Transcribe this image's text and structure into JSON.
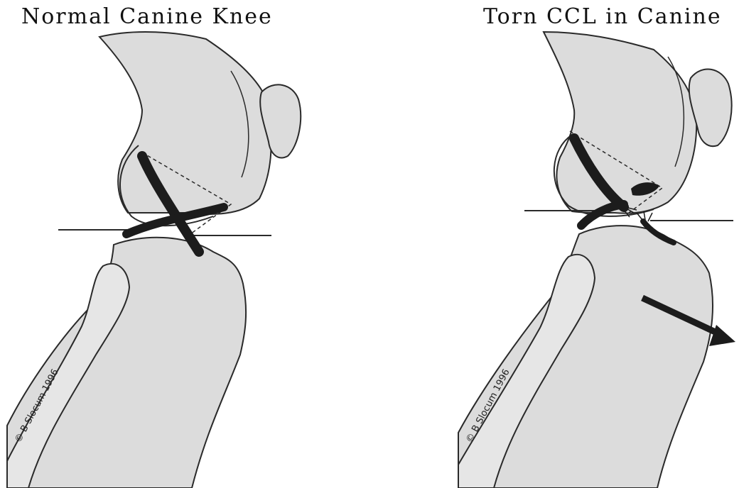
{
  "panels": {
    "left": {
      "title": "Normal Canine Knee",
      "credit": "© B Slocum 1996"
    },
    "right": {
      "title": "Torn CCL in Canine",
      "credit": "© B Slocum 1996"
    }
  },
  "colors": {
    "bone_fill": "#dcdcdc",
    "outline": "#2a2a2a",
    "ligament": "#1c1c1c",
    "background": "#ffffff"
  }
}
